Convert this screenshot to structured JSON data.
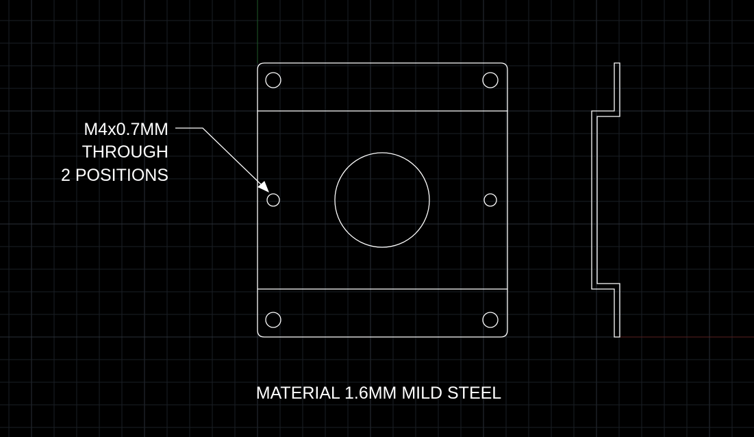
{
  "annotation": {
    "lines": [
      "M4x0.7MM",
      "THROUGH",
      "2 POSITIONS"
    ]
  },
  "material_note": "MATERIAL 1.6MM MILD STEEL",
  "colors": {
    "background": "#000000",
    "geometry": "#ffffff",
    "grid": "#1a1f26",
    "x_axis": "#5a1f1f",
    "y_axis": "#1f5a2a"
  }
}
